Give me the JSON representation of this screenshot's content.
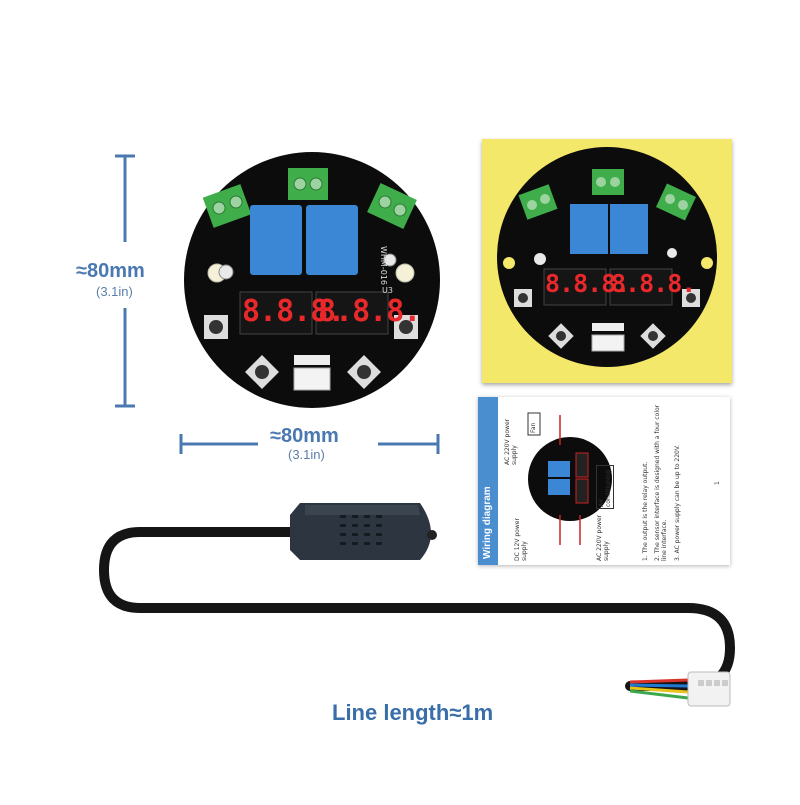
{
  "dimensions": {
    "height_main": "≈80mm",
    "height_sub": "(3.1in)",
    "width_main": "≈80mm",
    "width_sub": "(3.1in)"
  },
  "board": {
    "model": "WHM-016",
    "u3": "U3",
    "digits_left": "8.8.8.",
    "digits_right": "8.8.8."
  },
  "manual": {
    "title": "Wiring diagram",
    "ac_top": "AC 220V power supply",
    "fan": "Fan",
    "dc_power": "DC 12V power supply",
    "ac_bottom": "AC 220V power supply",
    "air": "Air conditioning",
    "notes": [
      "1. The output is the relay output.",
      "2. The sensor interface is designed with a four color line interface.",
      "3. AC power supply can be up to 220V."
    ],
    "page": "1"
  },
  "cable": {
    "label": "Line length≈1m"
  },
  "colors": {
    "dimension_blue": "#4a78b0",
    "board_black": "#0c0c0c",
    "relay_blue": "#3c86d6",
    "terminal_green": "#3fae4a",
    "box_yellow": "#f3e86a",
    "display_red": "#e8282a"
  }
}
